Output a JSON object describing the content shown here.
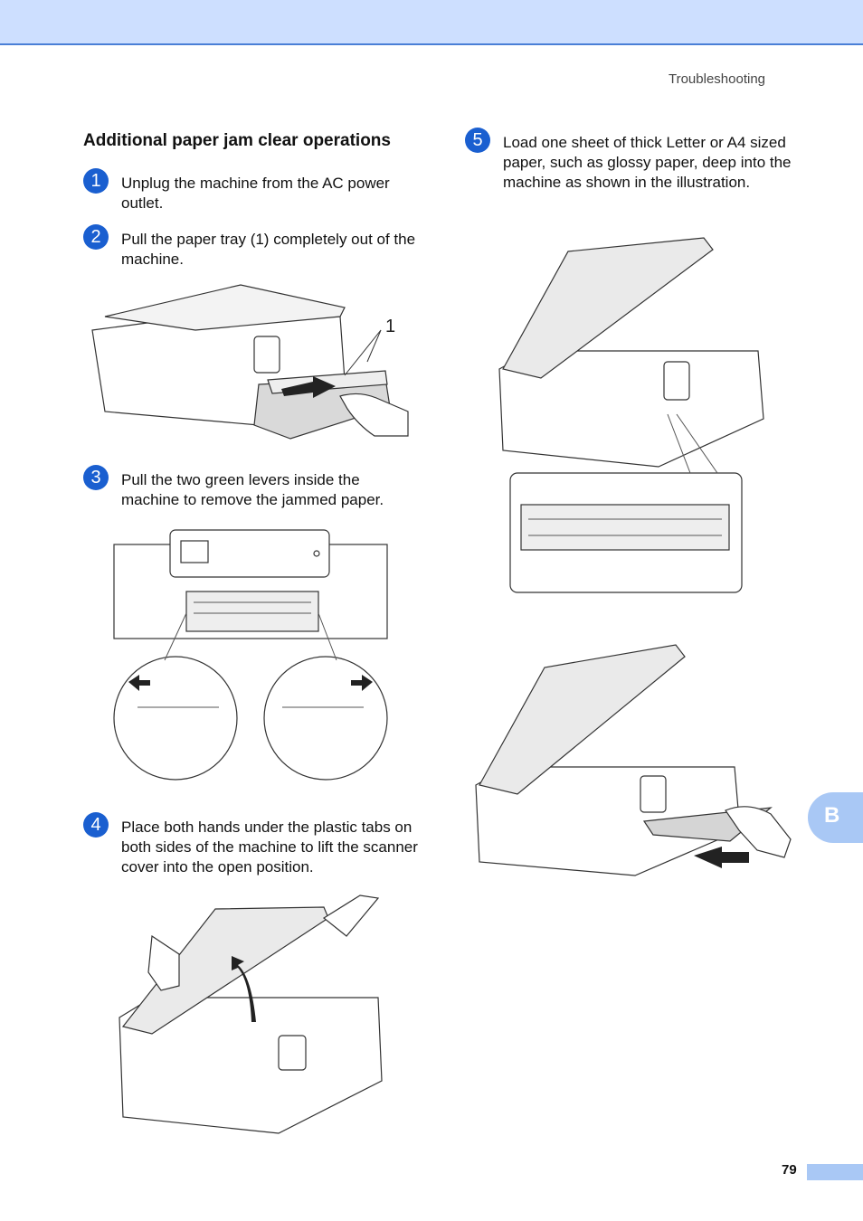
{
  "header": {
    "running_head": "Troubleshooting"
  },
  "section": {
    "title": "Additional paper jam clear operations"
  },
  "steps": [
    {
      "num": "1",
      "text": "Unplug the machine from the AC power outlet."
    },
    {
      "num": "2",
      "text": "Pull the paper tray (1) completely out of the machine."
    },
    {
      "num": "3",
      "text": "Pull the two green levers inside the machine to remove the jammed paper."
    },
    {
      "num": "4",
      "text": "Place both hands under the plastic tabs on both sides of the machine to lift the scanner cover into the open position."
    },
    {
      "num": "5",
      "text": "Load one sheet of thick Letter or A4 sized paper, such as glossy paper, deep into the machine as shown in the illustration."
    }
  ],
  "figures": {
    "tray_callout": "1"
  },
  "side_tab": {
    "label": "B"
  },
  "footer": {
    "page_number": "79"
  },
  "colors": {
    "accent": "#1a5fd0",
    "band": "#cddfff",
    "tab": "#a9c8f5"
  }
}
